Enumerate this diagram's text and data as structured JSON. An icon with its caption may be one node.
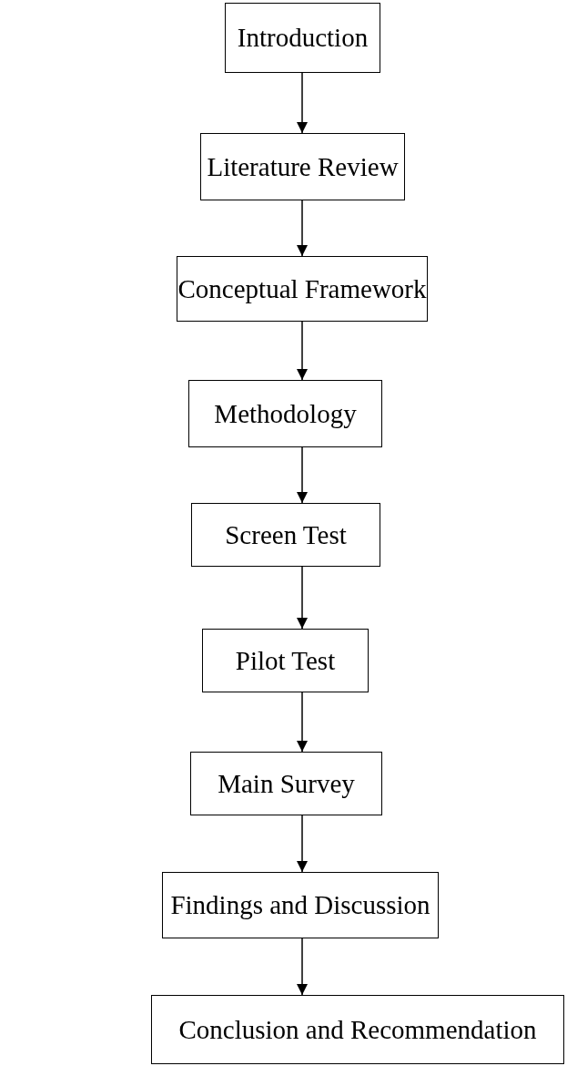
{
  "diagram": {
    "nodes": [
      {
        "text": [
          "Introduction"
        ]
      },
      {
        "text": [
          "Literature Review"
        ]
      },
      {
        "text": [
          "Conceptual Framework"
        ]
      },
      {
        "text": [
          "Methodology"
        ]
      },
      {
        "text": [
          "Screen Test"
        ]
      },
      {
        "text": [
          "Pilot Test"
        ]
      },
      {
        "text": [
          "Main Survey"
        ]
      },
      {
        "text": [
          "Findings and Discussion"
        ]
      },
      {
        "text": [
          "Conclusion and Recommendation"
        ]
      }
    ],
    "edges": [
      {
        "from": 0,
        "to": 1,
        "arrow": "to"
      },
      {
        "from": 1,
        "to": 2,
        "arrow": "to"
      },
      {
        "from": 2,
        "to": 3,
        "arrow": "to"
      },
      {
        "from": 3,
        "to": 4,
        "arrow": "to"
      },
      {
        "from": 4,
        "to": 5,
        "arrow": "to"
      },
      {
        "from": 5,
        "to": 6,
        "arrow": "to"
      },
      {
        "from": 6,
        "to": 7,
        "arrow": "to"
      },
      {
        "from": 7,
        "to": 8,
        "arrow": "to"
      }
    ]
  }
}
